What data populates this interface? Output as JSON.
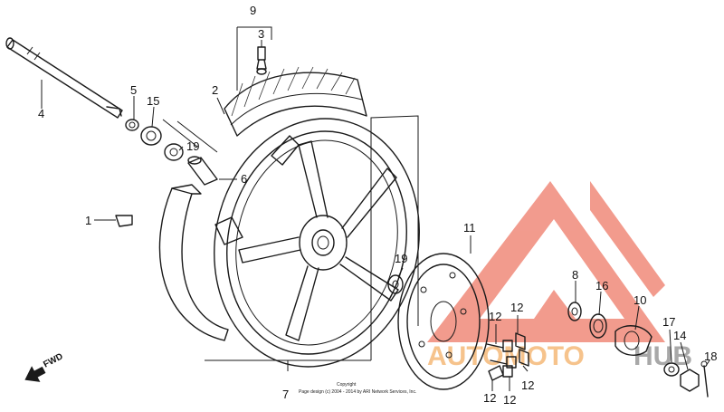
{
  "diagram": {
    "callouts": {
      "p1": "1",
      "p2": "2",
      "p3": "3",
      "p4": "4",
      "p5": "5",
      "p6": "6",
      "p7": "7",
      "p8": "8",
      "p9": "9",
      "p10": "10",
      "p11": "11",
      "p12a": "12",
      "p12b": "12",
      "p12c": "12",
      "p12d": "12",
      "p12e": "12",
      "p14": "14",
      "p15": "15",
      "p16": "16",
      "p17": "17",
      "p18": "18",
      "p19a": "19",
      "p19b": "19"
    },
    "fwd_label": "FWD",
    "copyright_title": "Copyright",
    "copyright_line": "Page design (c) 2004 - 2014 by ARI Network Services, Inc."
  },
  "watermark": {
    "brand_part1": "AUTOMOTO",
    "brand_part2": "HUB",
    "color_primary": "#f08a7a",
    "color_text1": "#f5b979",
    "color_text2": "#9a9a9a"
  }
}
